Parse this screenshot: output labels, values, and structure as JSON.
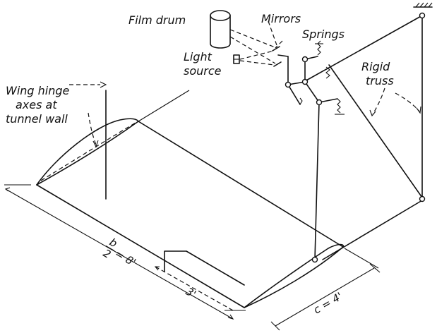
{
  "labels": {
    "film_drum": "Film drum",
    "mirrors": "Mirrors",
    "springs": "Springs",
    "light_source_1": "Light",
    "light_source_2": "source",
    "rigid_truss_1": "Rigid",
    "rigid_truss_2": "truss",
    "wing_hinge_1": "Wing hinge",
    "wing_hinge_2": "axes at",
    "wing_hinge_3": "tunnel wall"
  },
  "dimensions": {
    "span_num": "b",
    "span_den": "2",
    "span_value": "= 8'",
    "segment": "3'",
    "chord": "c = 4'"
  }
}
